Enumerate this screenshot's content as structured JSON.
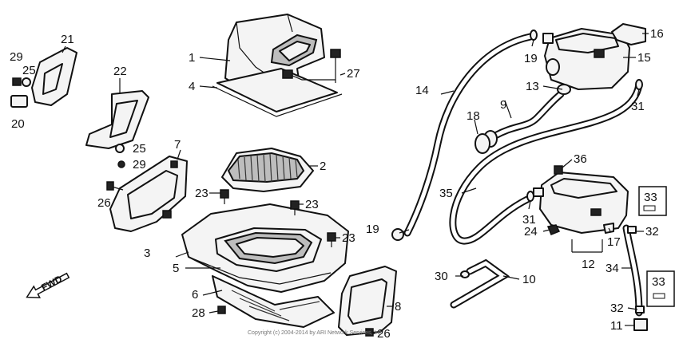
{
  "callouts": {
    "c1": "1",
    "c2": "2",
    "c3": "3",
    "c4": "4",
    "c5": "5",
    "c6": "6",
    "c7": "7",
    "c8": "8",
    "c9": "9",
    "c10": "10",
    "c11": "11",
    "c12": "12",
    "c13": "13",
    "c14": "14",
    "c15": "15",
    "c16": "16",
    "c17": "17",
    "c18": "18",
    "c19a": "19",
    "c19b": "19",
    "c20": "20",
    "c21": "21",
    "c22": "22",
    "c23a": "23",
    "c23b": "23",
    "c23c": "23",
    "c24": "24",
    "c25a": "25",
    "c25b": "25",
    "c26a": "26",
    "c26b": "26",
    "c27": "27",
    "c28": "28",
    "c29a": "29",
    "c29b": "29",
    "c30": "30",
    "c31a": "31",
    "c31b": "31",
    "c32a": "32",
    "c32b": "32",
    "c33a": "33",
    "c33b": "33",
    "c34": "34",
    "c35": "35",
    "c36": "36"
  },
  "fwd_label": "FWD",
  "copyright": "Copyright (c) 2004-2014 by ARI Network Services, Inc."
}
